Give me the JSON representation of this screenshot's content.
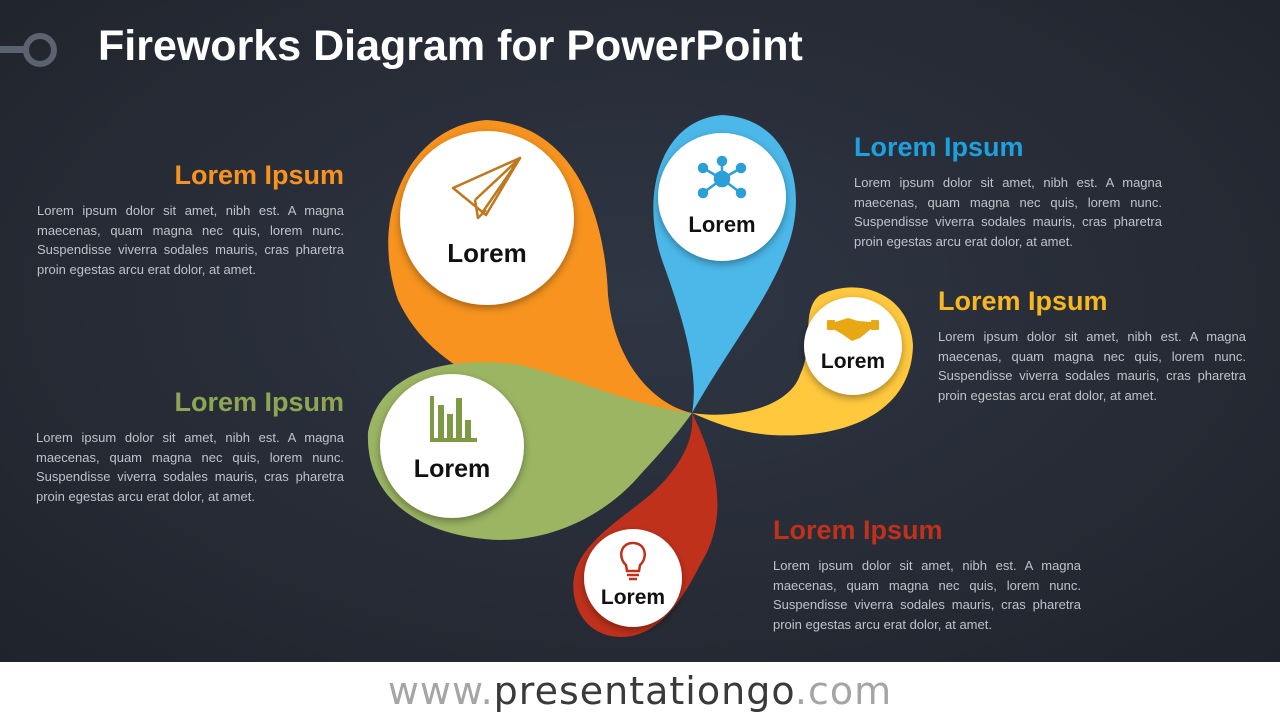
{
  "slide": {
    "title": "Fireworks Diagram for PowerPoint"
  },
  "colors": {
    "orange": "#f7931e",
    "blue": "#4bb8e9",
    "yellow": "#ffc83d",
    "green": "#9bb563",
    "red": "#c0311c",
    "background": "#262b35"
  },
  "petals": [
    {
      "id": "orange",
      "label": "Lorem",
      "icon": "paper-plane-icon"
    },
    {
      "id": "blue",
      "label": "Lorem",
      "icon": "network-hub-icon"
    },
    {
      "id": "yellow",
      "label": "Lorem",
      "icon": "handshake-icon"
    },
    {
      "id": "green",
      "label": "Lorem",
      "icon": "bar-chart-icon"
    },
    {
      "id": "red",
      "label": "Lorem",
      "icon": "lightbulb-icon"
    }
  ],
  "blocks": [
    {
      "id": "orange",
      "heading": "Lorem Ipsum",
      "text": "Lorem ipsum dolor sit amet, nibh est. A magna maecenas, quam magna nec quis, lorem nunc. Suspendisse viverra sodales mauris, cras pharetra proin egestas arcu erat dolor, at amet."
    },
    {
      "id": "blue",
      "heading": "Lorem Ipsum",
      "text": "Lorem ipsum dolor sit amet, nibh est. A magna maecenas, quam magna nec quis, lorem nunc. Suspendisse viverra sodales mauris, cras pharetra proin egestas arcu erat dolor, at amet."
    },
    {
      "id": "yellow",
      "heading": "Lorem Ipsum",
      "text": "Lorem ipsum dolor sit amet, nibh est. A magna maecenas, quam magna nec quis, lorem nunc. Suspendisse viverra sodales mauris, cras pharetra proin egestas arcu erat dolor, at amet."
    },
    {
      "id": "green",
      "heading": "Lorem Ipsum",
      "text": "Lorem ipsum dolor sit amet, nibh est. A magna maecenas, quam magna nec quis, lorem nunc. Suspendisse viverra sodales mauris, cras pharetra proin egestas arcu erat dolor, at amet."
    },
    {
      "id": "red",
      "heading": "Lorem Ipsum",
      "text": "Lorem ipsum dolor sit amet, nibh est. A magna maecenas, quam magna nec quis, lorem nunc. Suspendisse viverra sodales mauris, cras pharetra proin egestas arcu erat dolor, at amet."
    }
  ],
  "footer": {
    "prefix": "www.",
    "domain": "presentationgo",
    "suffix": ".com"
  }
}
